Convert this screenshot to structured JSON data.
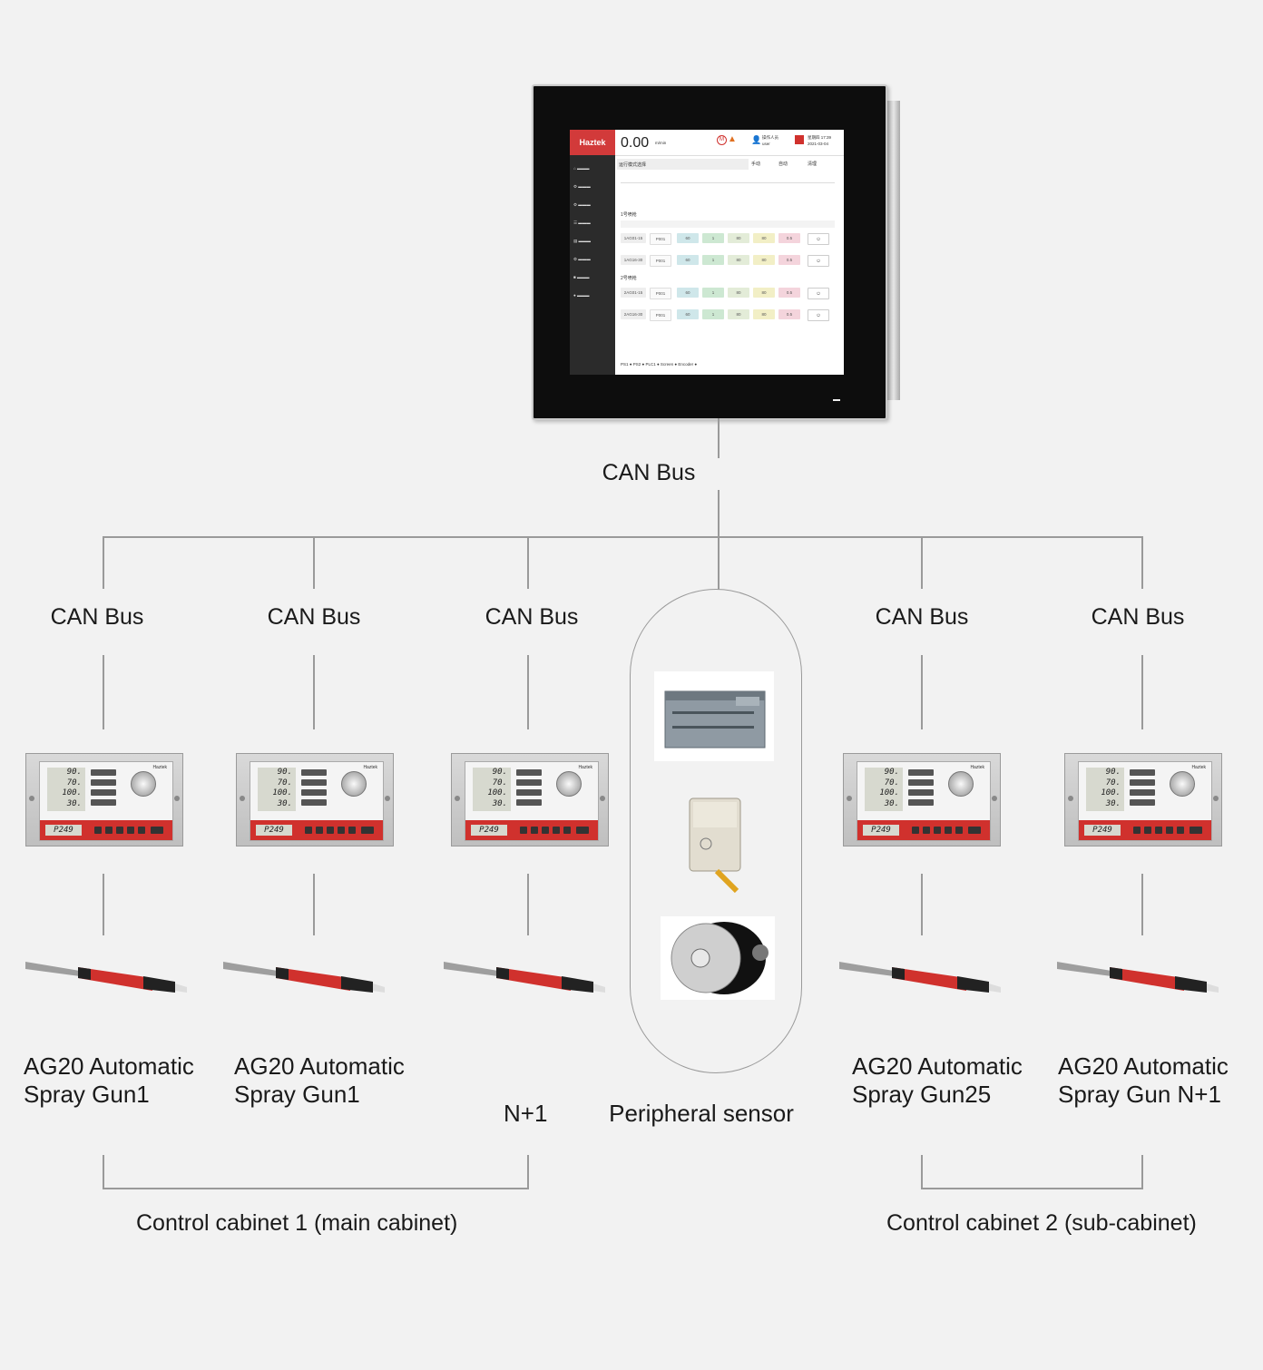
{
  "hmi": {
    "logo": "Haztek",
    "speed_value": "0.00",
    "speed_unit": "m/min",
    "user_label": "操作人员",
    "user_name": "user",
    "datetime": "星期四 17:39",
    "date": "2021-03-04",
    "section_title": "运行模式选择",
    "mode_manual": "手动",
    "mode_auto": "自动",
    "mode_clean": "清理",
    "group1": "1号喷枪",
    "group2": "2号喷枪",
    "rows": [
      {
        "id": "1AG01-15",
        "recipe": "P001",
        "v1": "60",
        "v2": "1",
        "v3": "80",
        "v4": "80",
        "v5": "0.5"
      },
      {
        "id": "1AG16-30",
        "recipe": "P001",
        "v1": "60",
        "v2": "1",
        "v3": "80",
        "v4": "80",
        "v5": "0.5"
      },
      {
        "id": "2AG01-15",
        "recipe": "P001",
        "v1": "60",
        "v2": "1",
        "v3": "80",
        "v4": "80",
        "v5": "0.5"
      },
      {
        "id": "2AG16-30",
        "recipe": "P001",
        "v1": "60",
        "v2": "1",
        "v3": "80",
        "v4": "80",
        "v5": "0.5"
      }
    ],
    "status_bar": "PS1 ● PS2 ● PLC1 ● Screen ● Encoder ●"
  },
  "bus_labels": {
    "main": "CAN Bus",
    "b1": "CAN Bus",
    "b2": "CAN Bus",
    "b3": "CAN Bus",
    "b4": "CAN Bus",
    "b5": "CAN Bus"
  },
  "controller_display": {
    "lines": [
      "90.",
      "70.",
      "100.",
      "30."
    ],
    "code": "P249",
    "brand": "Haztek"
  },
  "guns": [
    {
      "line1": "AG20 Automatic",
      "line2": "Spray Gun1"
    },
    {
      "line1": "AG20 Automatic",
      "line2": "Spray Gun1"
    },
    {
      "line1": "",
      "line2": "N+1"
    },
    {
      "line1": "AG20 Automatic",
      "line2": "Spray Gun25"
    },
    {
      "line1": "AG20 Automatic",
      "line2": "Spray Gun N+1"
    }
  ],
  "peripheral_label": "Peripheral sensor",
  "cabinets": {
    "c1": "Control cabinet 1 (main cabinet)",
    "c2": "Control cabinet 2 (sub-cabinet)"
  },
  "colors": {
    "brand_red": "#d0312d",
    "line_gray": "#9a9a9a"
  }
}
